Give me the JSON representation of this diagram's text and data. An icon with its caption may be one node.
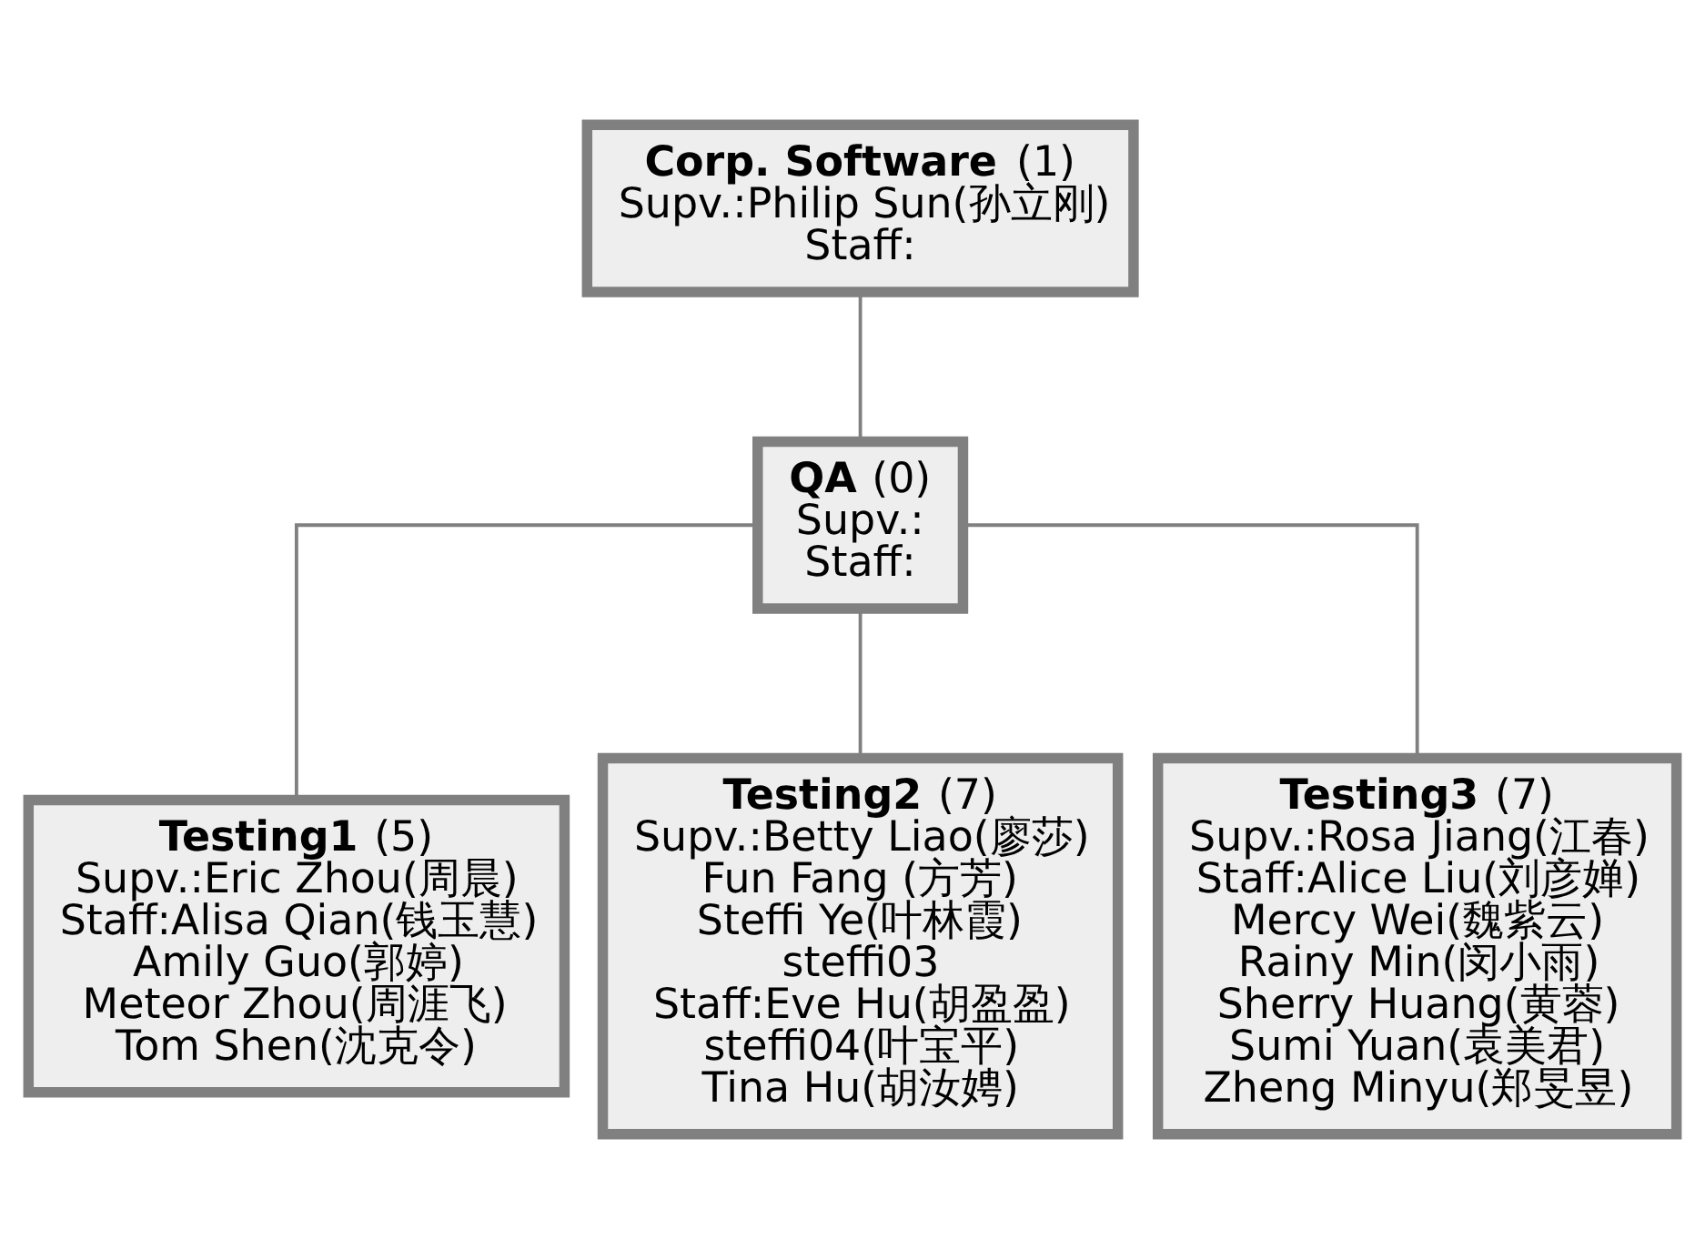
{
  "diagram": {
    "nodes": [
      {
        "text": [
          "**Corp. Software** (1)",
          "Supv.:Philip Sun(孙立刚)",
          "Staff:"
        ]
      },
      {
        "text": [
          "**QA** (0)",
          "Supv.:",
          "Staff:"
        ]
      },
      {
        "text": [
          "**Testing1** (5)",
          "Supv.:Eric Zhou(周晨)",
          "Staff:Alisa Qian(钱玉慧)",
          "Amily Guo(郭婷)",
          "Meteor Zhou(周涯飞)",
          "Tom Shen(沈克令)"
        ]
      },
      {
        "text": [
          "**Testing2** (7)",
          "Supv.:Betty Liao(廖莎)",
          "Fun Fang (方芳)",
          "Steffi Ye(叶林霞)",
          "steffi03",
          "Staff:Eve Hu(胡盈盈)",
          "steffi04(叶宝平)",
          "Tina Hu(胡汝娉)"
        ]
      },
      {
        "text": [
          "**Testing3** (7)",
          "Supv.:Rosa Jiang(江春)",
          "Staff:Alice Liu(刘彦婵)",
          "Mercy Wei(魏紫云)",
          "Rainy Min(闵小雨)",
          "Sherry Huang(黄蓉)",
          "Sumi Yuan(袁美君)",
          "Zheng Minyu(郑旻昱)"
        ]
      }
    ],
    "edges": [
      {
        "from": 0,
        "to": 1,
        "arrow": "none"
      },
      {
        "from": 1,
        "to": 2,
        "arrow": "none"
      },
      {
        "from": 1,
        "to": 3,
        "arrow": "none"
      },
      {
        "from": 1,
        "to": 4,
        "arrow": "none"
      }
    ]
  }
}
